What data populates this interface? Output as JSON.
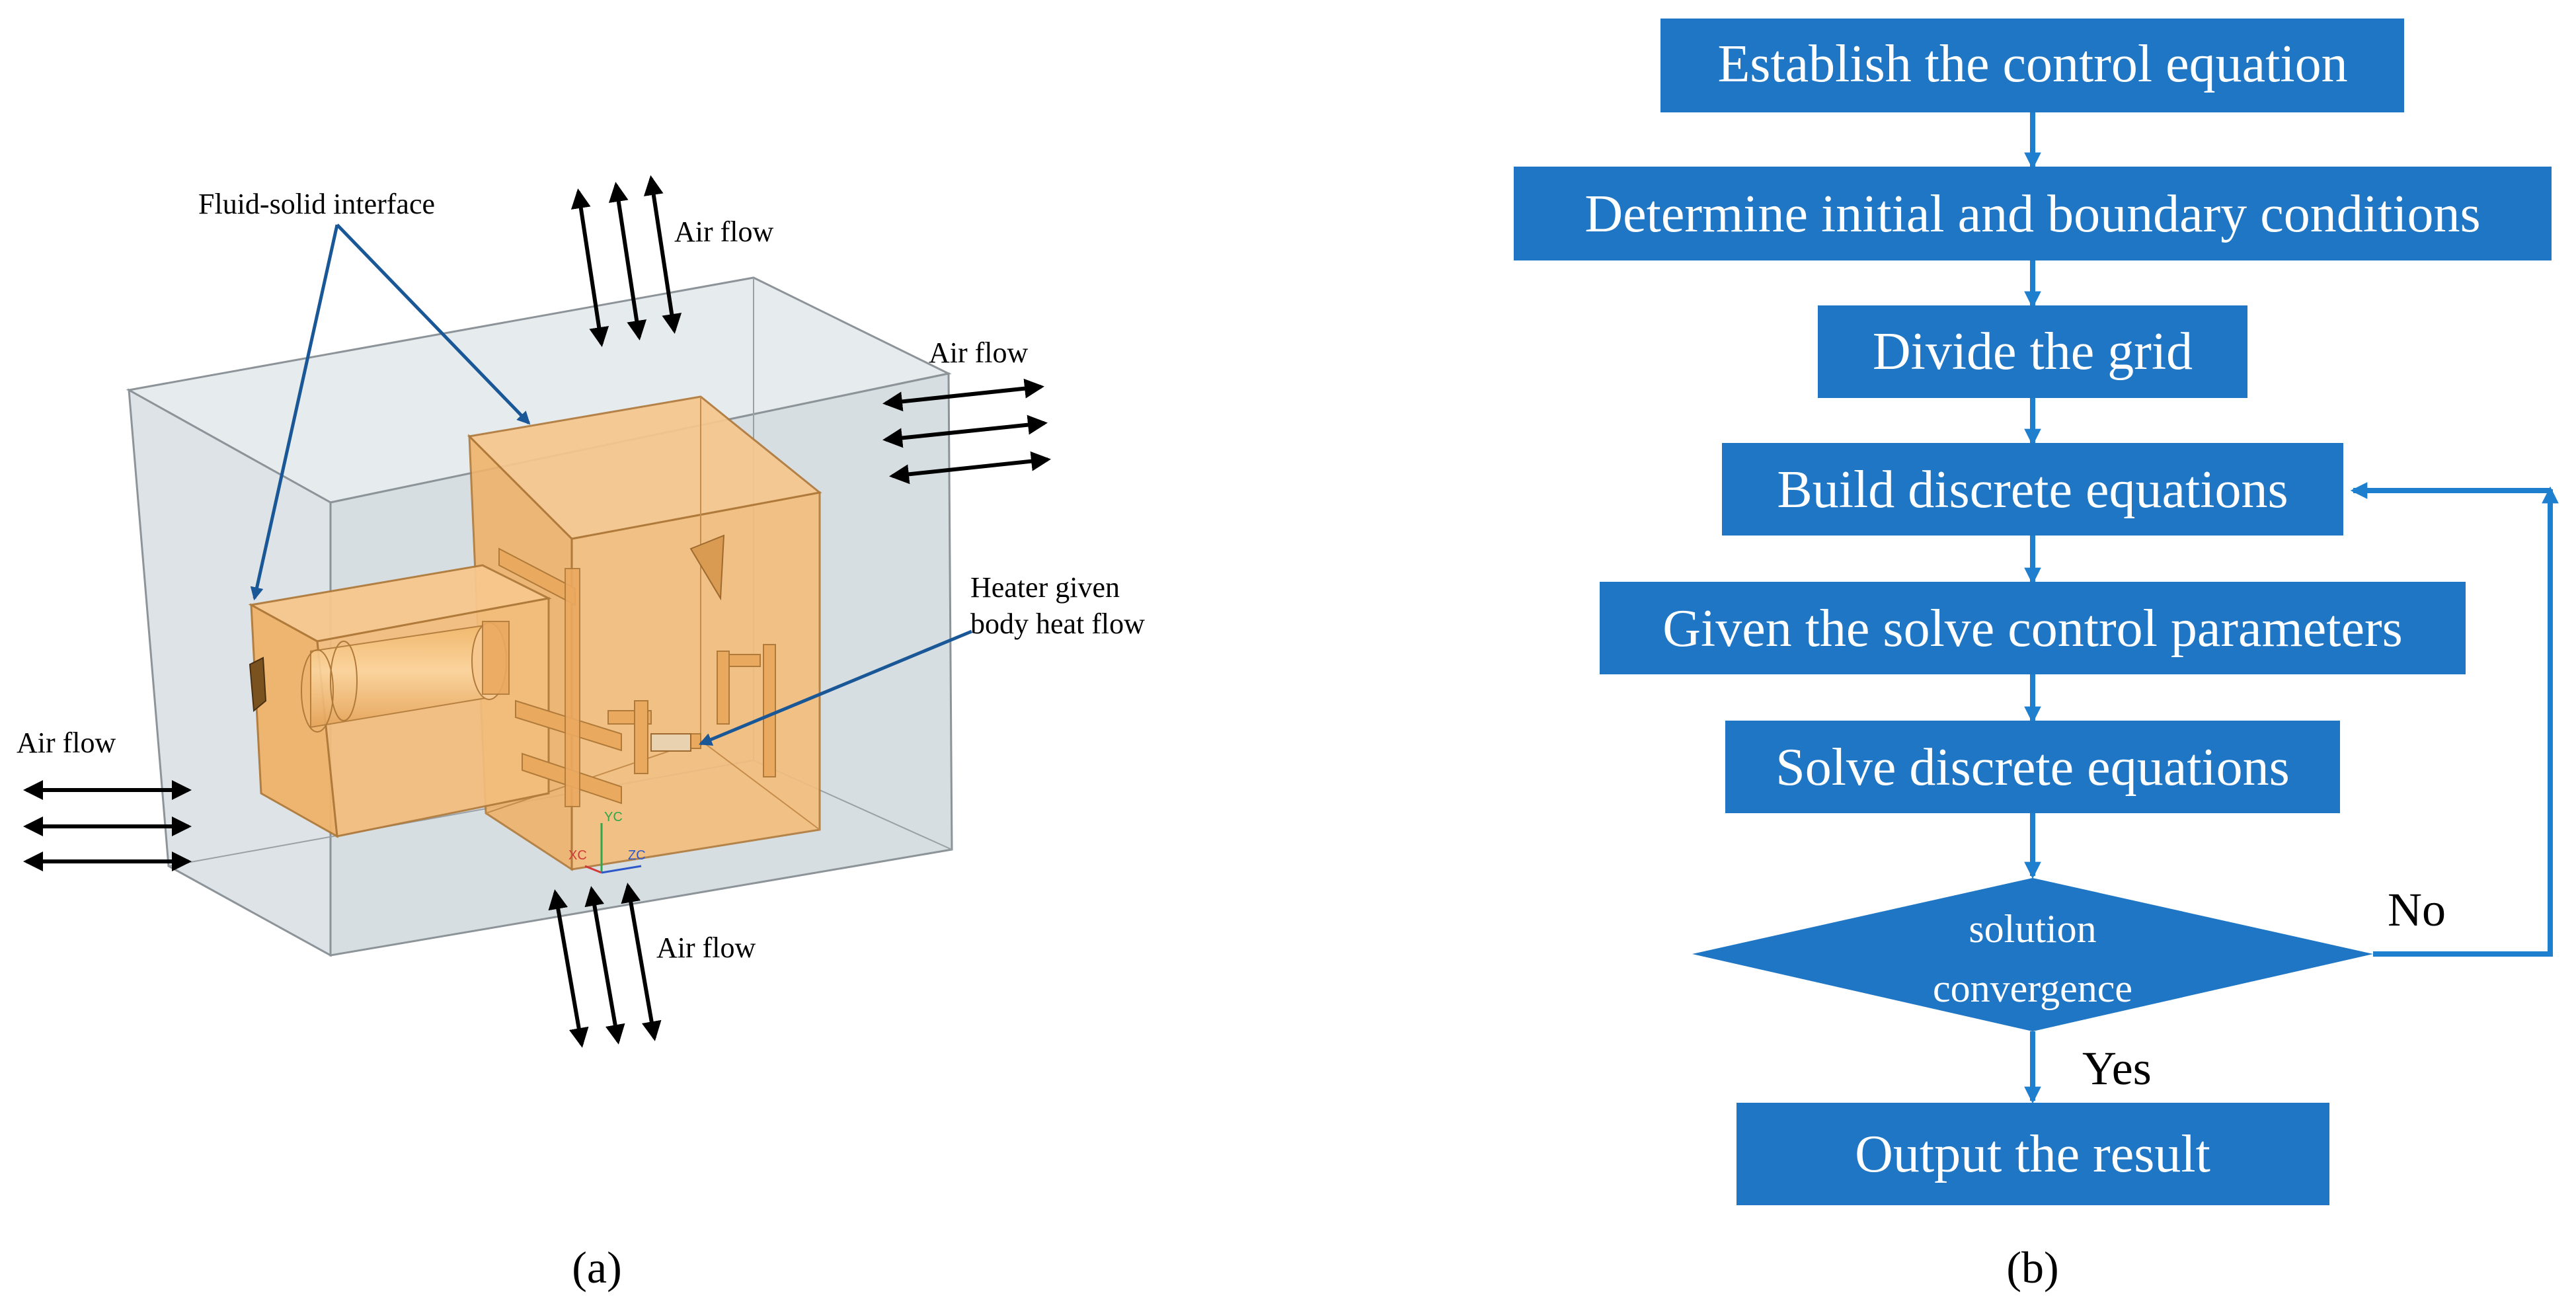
{
  "panel_a": {
    "caption": "(a)",
    "labels": {
      "fluid_solid": "Fluid-solid interface",
      "air_flow_top": "Air flow",
      "air_flow_right": "Air flow",
      "air_flow_left": "Air flow",
      "air_flow_bottom": "Air flow",
      "heater_line1": "Heater given",
      "heater_line2": "body heat flow"
    },
    "axes": {
      "x": "XC",
      "y": "YC",
      "z": "ZC"
    }
  },
  "panel_b": {
    "caption": "(b)",
    "steps": [
      "Establish the control equation",
      "Determine initial and boundary conditions",
      "Divide the grid",
      "Build discrete equations",
      "Given the solve control parameters",
      "Solve discrete equations"
    ],
    "decision_line1": "solution",
    "decision_line2": "convergence",
    "no_label": "No",
    "yes_label": "Yes",
    "output": "Output the result"
  },
  "colors": {
    "box_fill": "#1f76c5",
    "arrow": "#1f7fcf",
    "box_text": "#ffffff",
    "enclosure_fill": "#dfe5e9",
    "solid_fill": "#f5c07e",
    "solid_edge": "#b07a3a",
    "pointer": "#1a5796"
  }
}
